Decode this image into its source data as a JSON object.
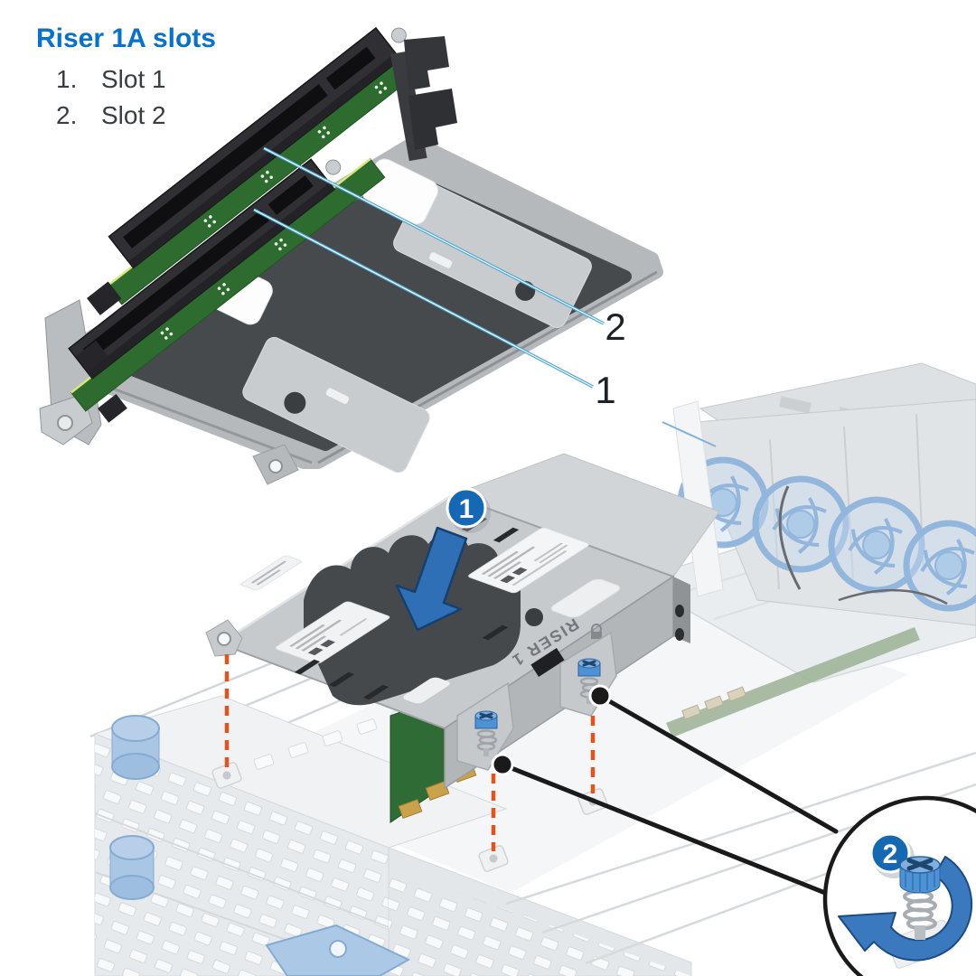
{
  "header": {
    "title": "Riser 1A slots"
  },
  "legend": {
    "items": [
      {
        "num": "1.",
        "label": "Slot 1"
      },
      {
        "num": "2.",
        "label": "Slot 2"
      }
    ]
  },
  "figure_top": {
    "callout_slot2": "2",
    "callout_slot1": "1"
  },
  "figure_bottom": {
    "step1_badge": "1",
    "step2_badge": "2",
    "riser_cage_label": "RISER 1"
  },
  "icons": {
    "step1": "step-1-badge",
    "step2": "step-2-badge",
    "insert": "down-arrow-icon",
    "tighten": "rotate-arrow-icon",
    "detail": "magnifier-circle",
    "screw": "thumbscrew-icon"
  },
  "colors": {
    "accent_blue": "#0672CB",
    "badge_blue": "#1568B3",
    "arrow_blue": "#2F6FB5",
    "screw_blue": "#4E92D6",
    "callout_blue": "#45A5DA",
    "guide_orange": "#E1551C",
    "fan_blue": "#93B6DC",
    "pcb_green": "#2D6B2F",
    "text_dark": "#3A3D40"
  }
}
